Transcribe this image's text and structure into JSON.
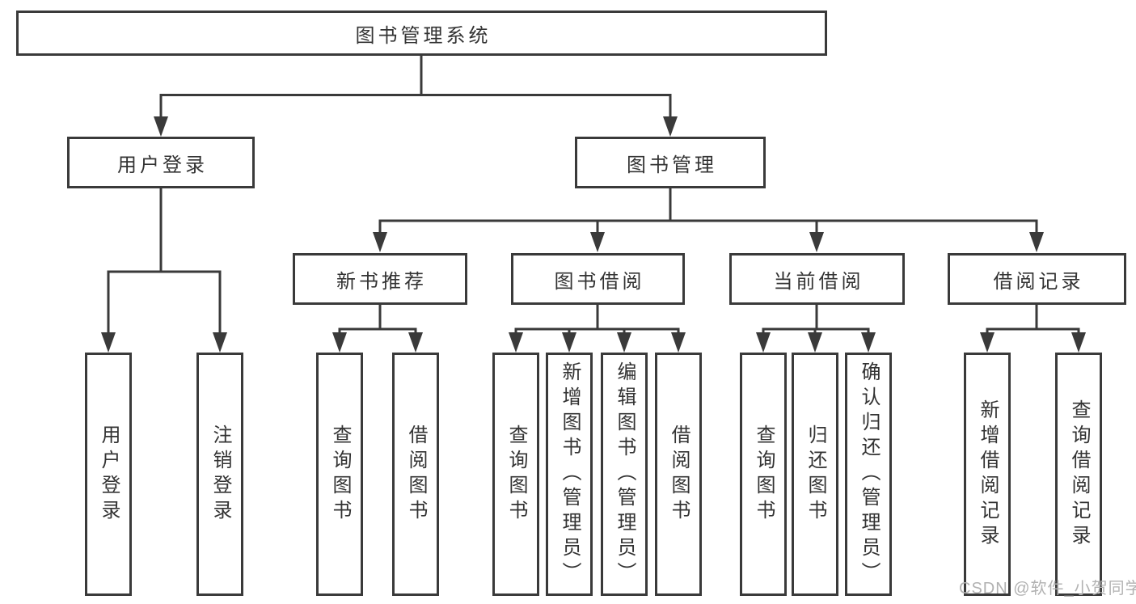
{
  "diagram": {
    "title": "图书管理系统",
    "tree": {
      "root": {
        "label": "图书管理系统"
      },
      "children": [
        {
          "label": "用户登录",
          "children": [
            {
              "label": "用户登录"
            },
            {
              "label": "注销登录"
            }
          ]
        },
        {
          "label": "图书管理",
          "children": [
            {
              "label": "新书推荐",
              "children": [
                {
                  "label": "查询图书"
                },
                {
                  "label": "借阅图书"
                }
              ]
            },
            {
              "label": "图书借阅",
              "children": [
                {
                  "label": "查询图书"
                },
                {
                  "label": "新增图书（管理员）"
                },
                {
                  "label": "编辑图书（管理员）"
                },
                {
                  "label": "借阅图书"
                }
              ]
            },
            {
              "label": "当前借阅",
              "children": [
                {
                  "label": "查询图书"
                },
                {
                  "label": "归还图书"
                },
                {
                  "label": "确认归还（管理员）"
                }
              ]
            },
            {
              "label": "借阅记录",
              "children": [
                {
                  "label": "新增借阅记录"
                },
                {
                  "label": "查询借阅记录"
                }
              ]
            }
          ]
        }
      ]
    },
    "watermark": "CSDN @软件_小贺同学",
    "colors": {
      "line": "#3a3a3a",
      "text": "#333333",
      "watermark": "#b2b2b2",
      "background": "#ffffff"
    }
  }
}
